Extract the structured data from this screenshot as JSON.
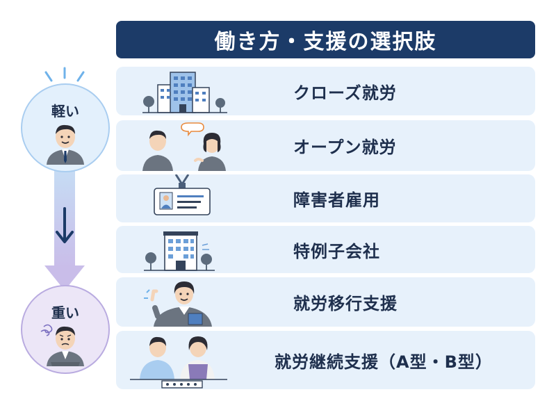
{
  "title": "働き方・支援の選択肢",
  "scale": {
    "light_label": "軽い",
    "heavy_label": "重い"
  },
  "options": [
    {
      "label": "クローズ就労",
      "icon": "office-building-icon"
    },
    {
      "label": "オープン就労",
      "icon": "conversation-icon"
    },
    {
      "label": "障害者雇用",
      "icon": "id-card-icon"
    },
    {
      "label": "特例子会社",
      "icon": "small-building-icon"
    },
    {
      "label": "就労移行支援",
      "icon": "instructor-icon"
    },
    {
      "label": "就労継続支援（A型・B型）",
      "icon": "workshop-icon"
    }
  ],
  "colors": {
    "title_bg": "#1c3b68",
    "row_bg": "#e7f1fb",
    "text": "#1e2f4d",
    "light_circle": "#e3f0fc",
    "heavy_circle": "#ece6f7",
    "arrow_top": "#c6dcf4",
    "arrow_bottom": "#c9bde9"
  }
}
